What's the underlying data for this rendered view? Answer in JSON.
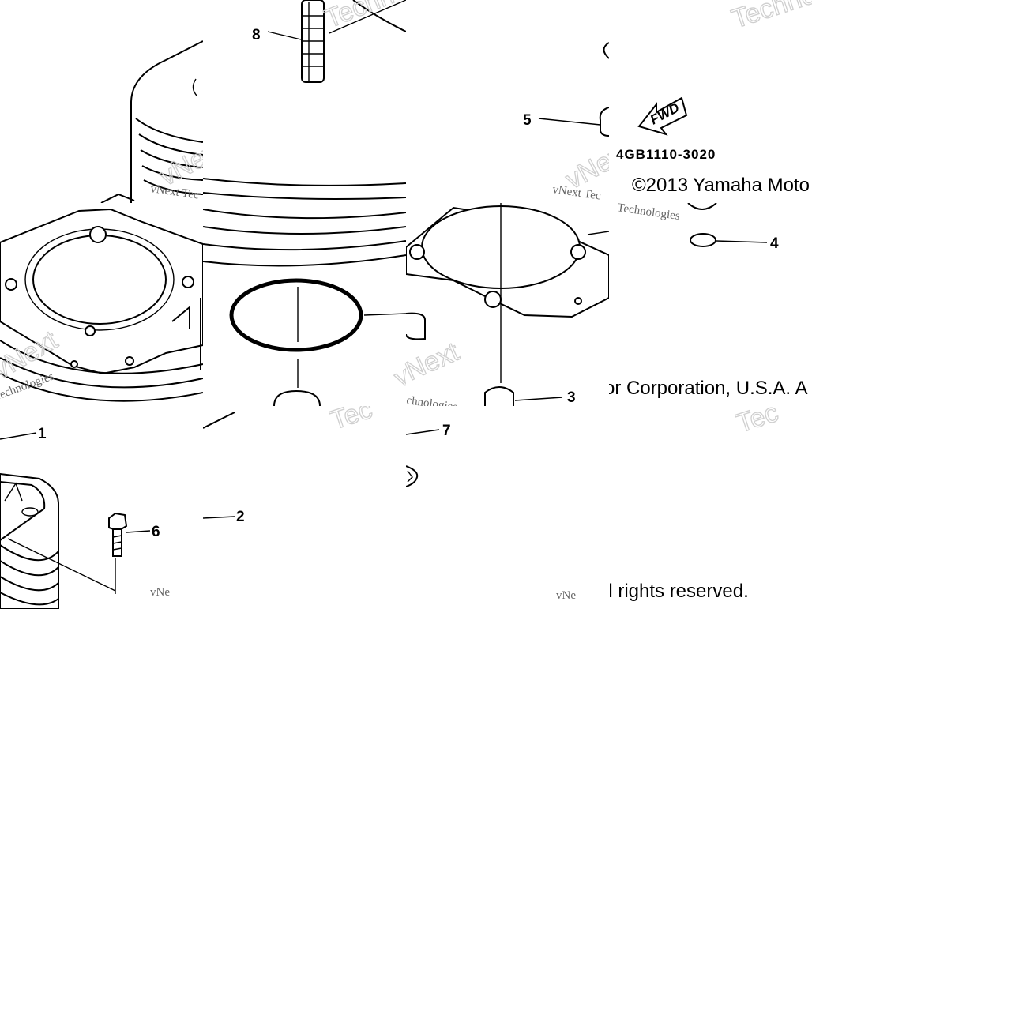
{
  "diagram": {
    "callouts": [
      "1",
      "2",
      "3",
      "4",
      "5",
      "6",
      "7",
      "8"
    ],
    "reference_code": "4GB1110-3020",
    "fwd_label": "FWD",
    "copyright": {
      "part1": "©2013 Yamaha Moto",
      "part2": "or Corporation, U.S.A. A",
      "part3": "ll rights reserved."
    },
    "watermarks": {
      "tech": "Techno",
      "tech_short": "Tec",
      "next": "vNext",
      "vnext_tec": "vNext Tec",
      "vne": "vNe",
      "technologies": "Technologies",
      "chnologies": "chnologies"
    }
  }
}
